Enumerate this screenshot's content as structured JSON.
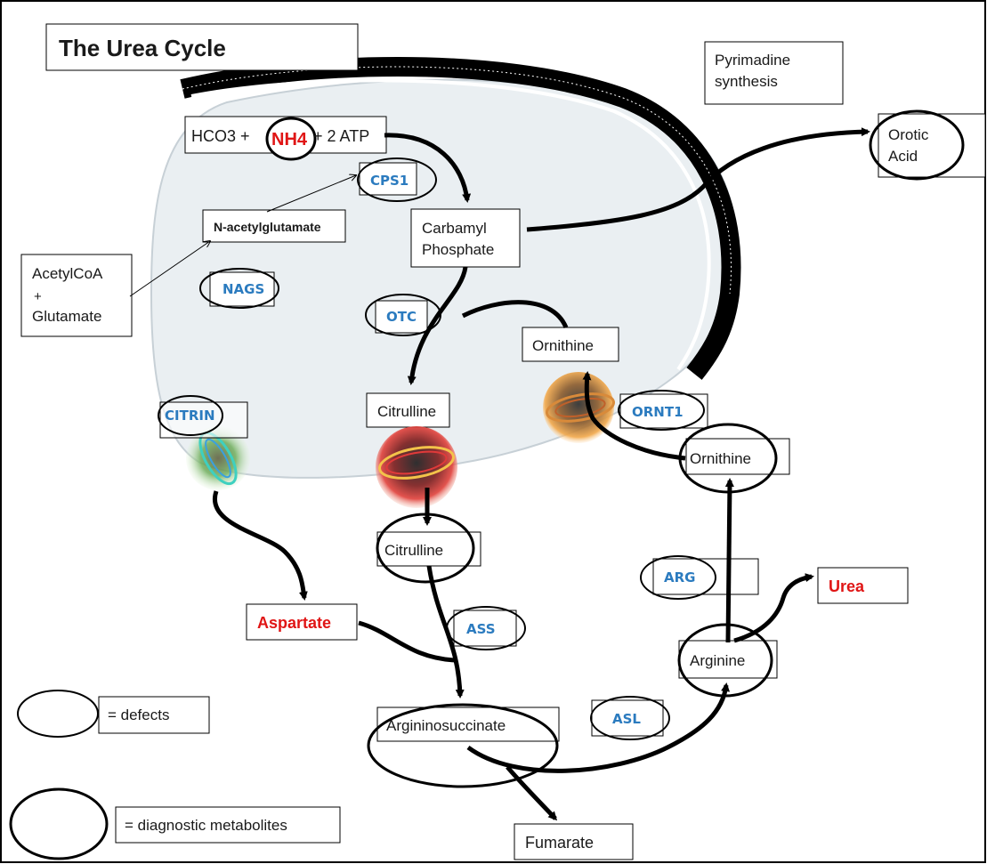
{
  "title": "The Urea Cycle",
  "pyrimidine": {
    "line1": "Pyrimadine",
    "line2": "synthesis"
  },
  "reactants": {
    "prefix": "HCO3 +",
    "nh4": "NH4",
    "suffix": "+ 2 ATP"
  },
  "enzymes": {
    "cps1": "CPS1",
    "nags": "NAGS",
    "otc": "OTC",
    "citrin": "CITRIN",
    "ornt1": "ORNT1",
    "arg": "ARG",
    "ass": "ASS",
    "asl": "ASL"
  },
  "metabolites": {
    "n_acetylglutamate": "N-acetylglutamate",
    "acetylcoa": {
      "line1": "AcetylCoA",
      "line2": "+",
      "line3": "Glutamate"
    },
    "carbamyl_phosphate": {
      "line1": "Carbamyl",
      "line2": "Phosphate"
    },
    "orotic_acid": {
      "line1": "Orotic",
      "line2": "Acid"
    },
    "ornithine_mito": "Ornithine",
    "ornithine_cyto": "Ornithine",
    "citrulline_mito": "Citrulline",
    "citrulline_cyto": "Citrulline",
    "aspartate": "Aspartate",
    "argininosuccinate": "Argininosuccinate",
    "arginine": "Arginine",
    "urea": "Urea",
    "fumarate": "Fumarate"
  },
  "legend": {
    "defects": "= defects",
    "diagnostic": "= diagnostic metabolites"
  },
  "colors": {
    "enzyme_text": "#2b7bbf",
    "highlight_text": "#e01515",
    "mitochondria_fill": "#e6ecf0",
    "transporter_citrin": "#4cc4a0",
    "transporter_citrulline": "#d9423a",
    "transporter_ornt1": "#f0a13a"
  }
}
